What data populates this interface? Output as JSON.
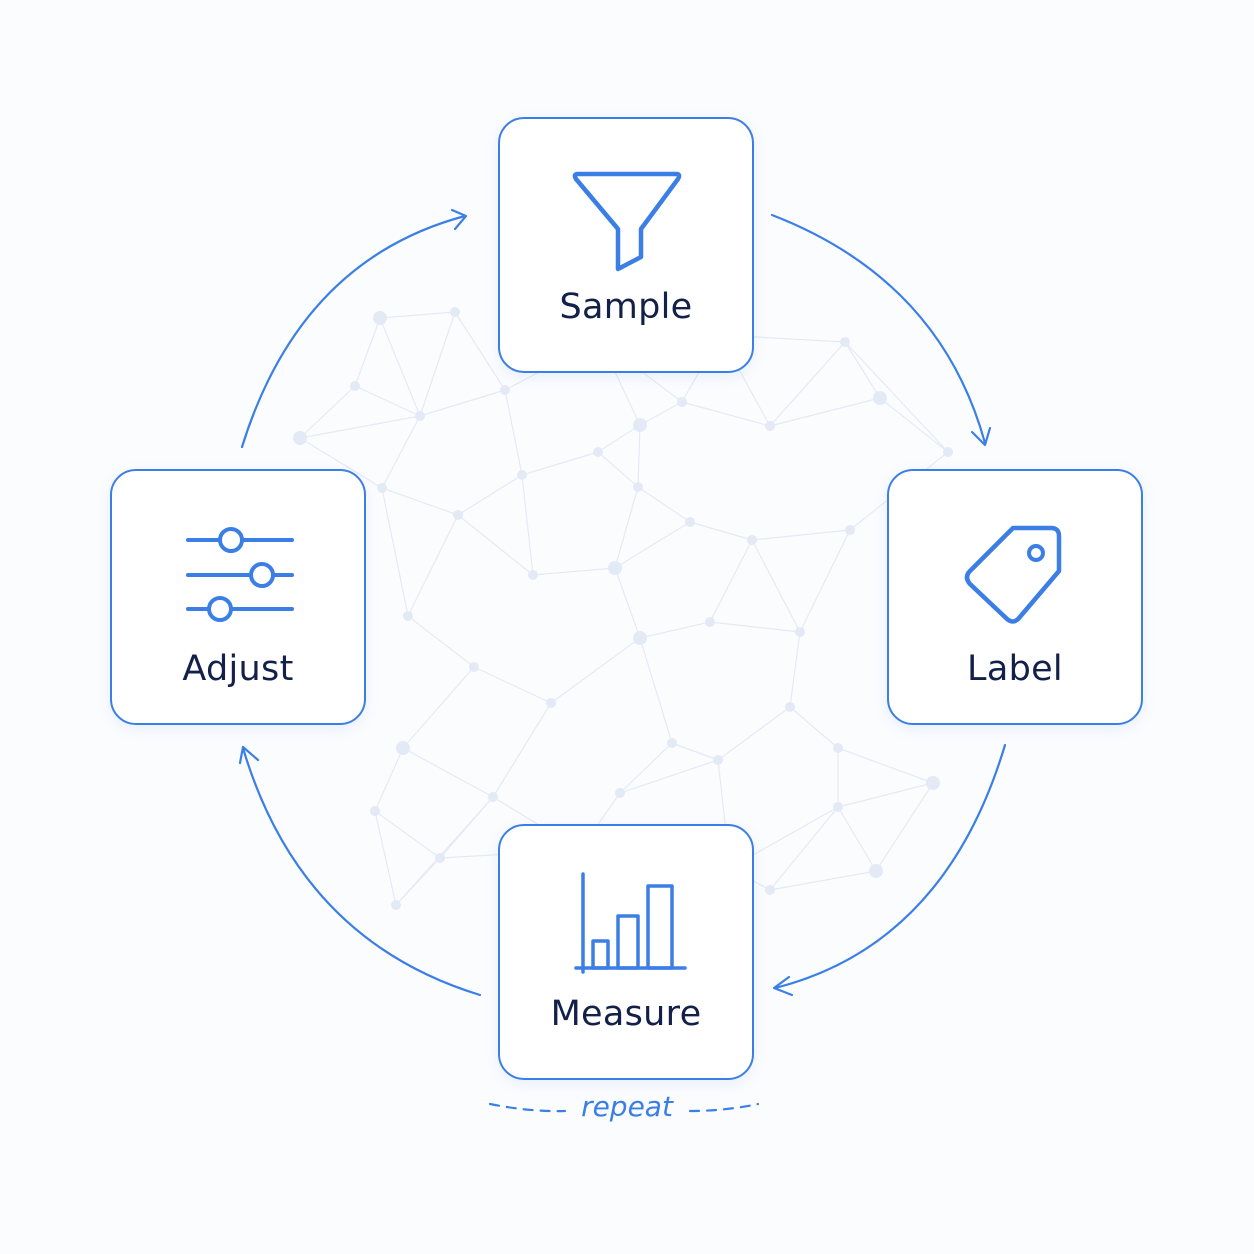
{
  "steps": {
    "sample": {
      "label": "Sample",
      "icon": "funnel-icon"
    },
    "label": {
      "label": "Label",
      "icon": "tag-icon"
    },
    "measure": {
      "label": "Measure",
      "icon": "bar-chart-icon"
    },
    "adjust": {
      "label": "Adjust",
      "icon": "sliders-icon"
    }
  },
  "cycle_order": [
    "Sample",
    "Label",
    "Measure",
    "Adjust"
  ],
  "repeat_label": "repeat",
  "colors": {
    "accent": "#3b7fe6",
    "text": "#13204a",
    "background": "#fbfcfe",
    "network": "#dde6f4"
  }
}
